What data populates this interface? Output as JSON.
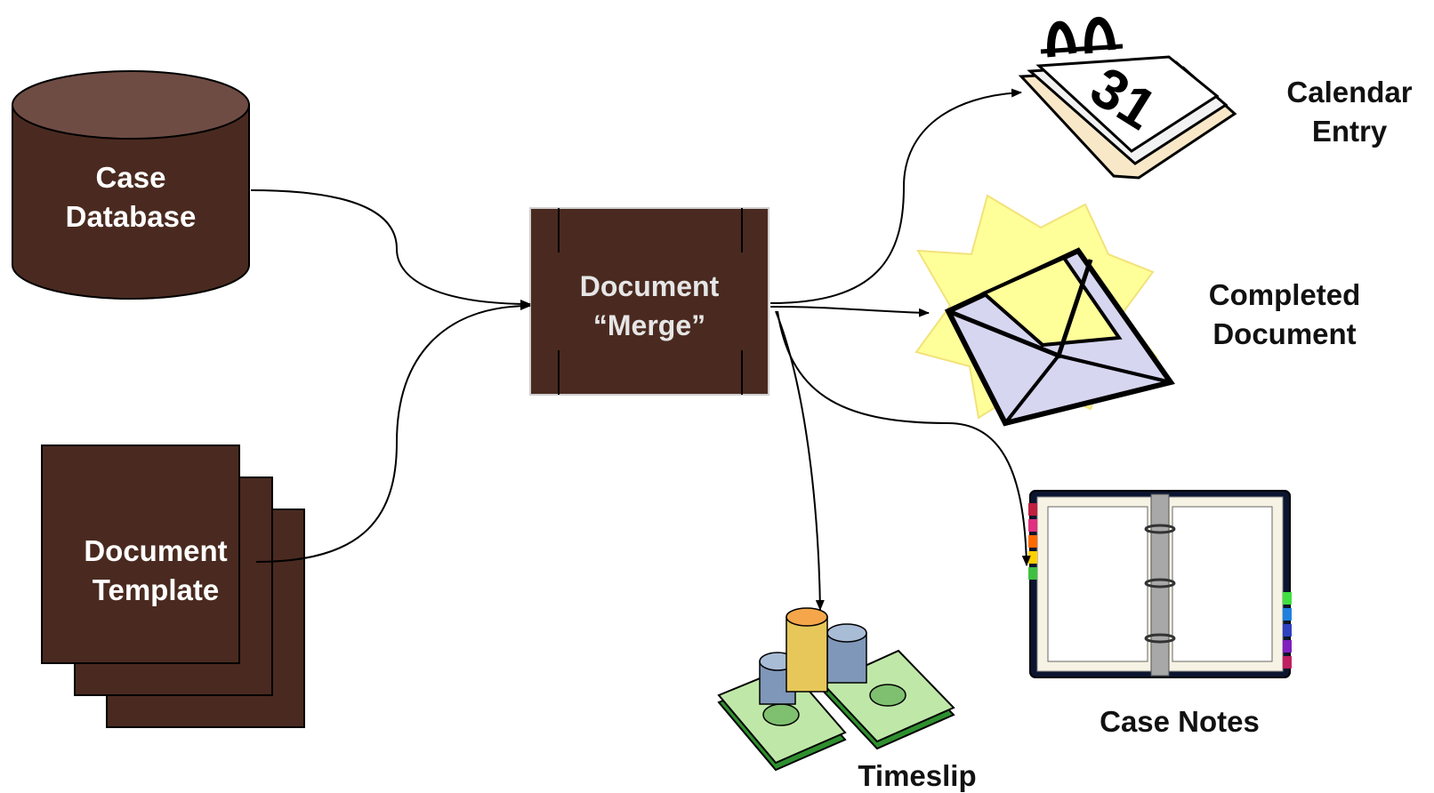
{
  "colors": {
    "node_fill": "#4a2a20",
    "node_top": "#6e4c44",
    "edge": "#000000",
    "label_white": "#ffffff",
    "label_dark": "#111111"
  },
  "nodes": {
    "case_database": {
      "line1": "Case",
      "line2": "Database",
      "icon": "database-cylinder-icon"
    },
    "document_template": {
      "line1": "Document",
      "line2": "Template",
      "icon": "stacked-documents-icon"
    },
    "document_merge": {
      "line1": "Document",
      "line2": "“Merge”",
      "icon": "merge-process-box"
    },
    "calendar_entry": {
      "line1": "Calendar",
      "line2": "Entry",
      "icon": "calendar-icon",
      "calendar_day": "31"
    },
    "completed_document": {
      "line1": "Completed",
      "line2": "Document",
      "icon": "envelope-icon"
    },
    "case_notes": {
      "label": "Case Notes",
      "icon": "binder-notebook-icon"
    },
    "timeslip": {
      "label": "Timeslip",
      "icon": "money-stack-icon"
    }
  },
  "edges": [
    {
      "from": "case_database",
      "to": "document_merge"
    },
    {
      "from": "document_template",
      "to": "document_merge"
    },
    {
      "from": "document_merge",
      "to": "calendar_entry"
    },
    {
      "from": "document_merge",
      "to": "completed_document"
    },
    {
      "from": "document_merge",
      "to": "case_notes"
    },
    {
      "from": "document_merge",
      "to": "timeslip"
    }
  ]
}
